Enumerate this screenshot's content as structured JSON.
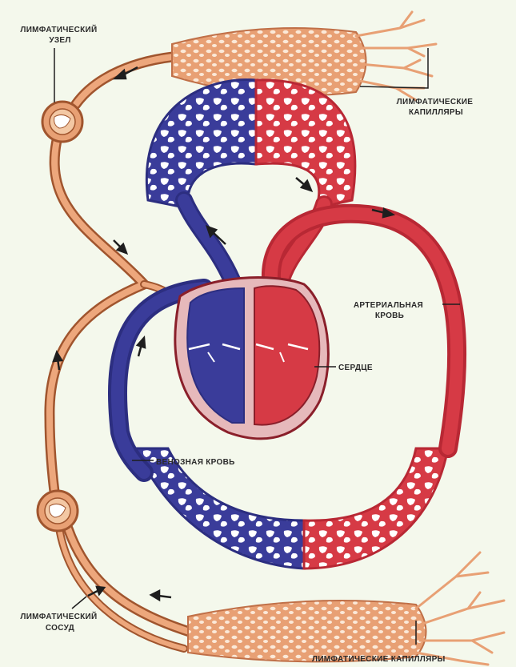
{
  "labels": {
    "lymph_node": [
      "ЛИМФАТИЧЕСКИЙ",
      "УЗЕЛ"
    ],
    "lymph_capillaries_top": [
      "ЛИМФАТИЧЕСКИЕ",
      "КАПИЛЛЯРЫ"
    ],
    "arterial_blood": [
      "АРТЕРИАЛЬНАЯ",
      "КРОВЬ"
    ],
    "heart": "СЕРДЦЕ",
    "venous_blood": "ВЕНОЗНАЯ КРОВЬ",
    "lymph_vessel": [
      "ЛИМФАТИЧЕСКИЙ",
      "СОСУД"
    ],
    "lymph_capillaries_bottom": "ЛИМФАТИЧЕСКИЕ КАПИЛЛЯРЫ"
  },
  "colors": {
    "background": "#f4f8ec",
    "venous": "#3a3c9a",
    "arterial": "#d63a45",
    "lymph": "#e8a074",
    "lymph_dark": "#a0552e",
    "arrow": "#1e1e1e"
  }
}
